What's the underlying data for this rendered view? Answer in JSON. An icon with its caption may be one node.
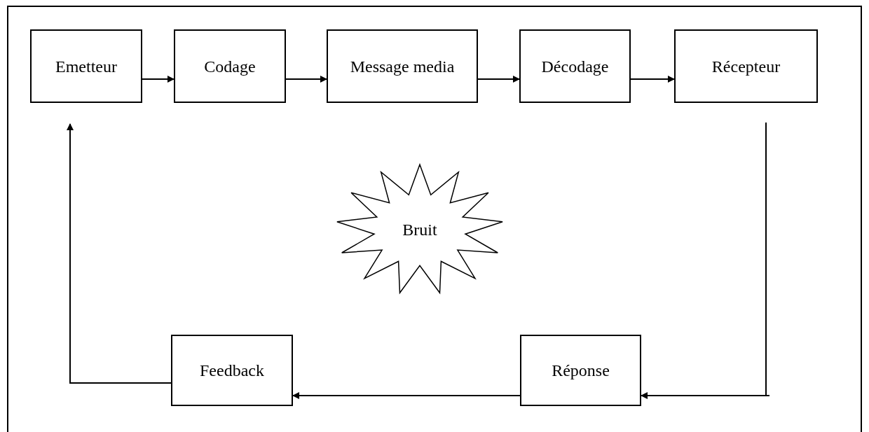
{
  "diagram": {
    "nodes": [
      {
        "text": [
          "Emetteur"
        ]
      },
      {
        "text": [
          "Codage"
        ]
      },
      {
        "text": [
          "Message media"
        ]
      },
      {
        "text": [
          "Décodage"
        ]
      },
      {
        "text": [
          "Récepteur"
        ]
      },
      {
        "text": [
          "Bruit"
        ]
      },
      {
        "text": [
          "Feedback"
        ]
      },
      {
        "text": [
          "Réponse"
        ]
      }
    ],
    "edges": [
      {
        "from": 0,
        "to": 1,
        "arrow": "to"
      },
      {
        "from": 1,
        "to": 2,
        "arrow": "to"
      },
      {
        "from": 2,
        "to": 3,
        "arrow": "to"
      },
      {
        "from": 3,
        "to": 4,
        "arrow": "to"
      },
      {
        "from": 4,
        "to": 7,
        "arrow": "to"
      },
      {
        "from": 7,
        "to": 6,
        "arrow": "to"
      },
      {
        "from": 6,
        "to": 0,
        "arrow": "to"
      }
    ]
  }
}
